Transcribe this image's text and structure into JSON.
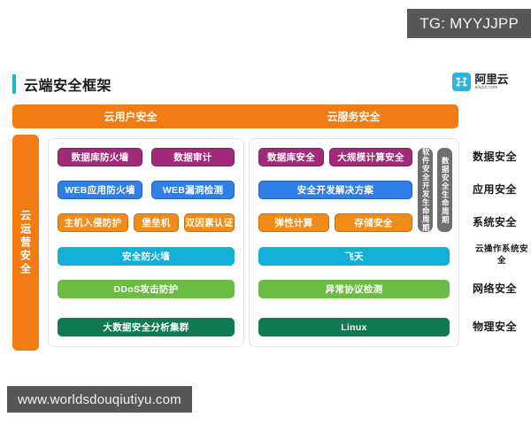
{
  "watermarks": {
    "telegram": "TG: MYYJJPP",
    "site_url": "www.worldsdouqiutiyu.com"
  },
  "header": {
    "title": "云端安全框架",
    "accent_color": "#19b6d8",
    "brand": {
      "name_cn": "阿里云",
      "name_en": "aliyun.com",
      "mark_color": "#2db3e0"
    }
  },
  "top_bar": {
    "color": "#f07c13",
    "segments": [
      {
        "label": "云用户安全"
      },
      {
        "label": "云服务安全"
      }
    ]
  },
  "side_bar": {
    "label": "云运营安全",
    "color": "#f07c13"
  },
  "columns": {
    "left": {
      "rows": [
        {
          "color": "#a32a78",
          "items": [
            {
              "label": "数据库防火墙"
            },
            {
              "label": "数据审计"
            }
          ]
        },
        {
          "color": "#2f7fe8",
          "items": [
            {
              "label": "WEB应用防火墙"
            },
            {
              "label": "WEB漏洞检测"
            }
          ]
        },
        {
          "color": "#f28b18",
          "items": [
            {
              "label": "主机入侵防护"
            },
            {
              "label": "堡垒机"
            },
            {
              "label": "双因素认证"
            }
          ]
        },
        {
          "color": "#12b0d6",
          "items": [
            {
              "label": "安全防火墙"
            }
          ]
        },
        {
          "color": "#6cbb45",
          "items": [
            {
              "label": "DDoS攻击防护"
            }
          ]
        },
        {
          "color": "#107a52",
          "items": [
            {
              "label": "大数据安全分析集群"
            }
          ]
        }
      ]
    },
    "right": {
      "rows": [
        {
          "color": "#a32a78",
          "items": [
            {
              "label": "数据库安全"
            },
            {
              "label": "大规模计算安全"
            }
          ]
        },
        {
          "color": "#2f7fe8",
          "items": [
            {
              "label": "安全开发解决方案"
            }
          ]
        },
        {
          "color": "#f28b18",
          "items": [
            {
              "label": "弹性计算"
            },
            {
              "label": "存储安全"
            }
          ]
        },
        {
          "color": "#12b0d6",
          "items": [
            {
              "label": "飞天"
            }
          ]
        },
        {
          "color": "#6cbb45",
          "items": [
            {
              "label": "异常协议检测"
            }
          ]
        },
        {
          "color": "#107a52",
          "items": [
            {
              "label": "Linux"
            }
          ]
        }
      ],
      "lifecycle_bars": [
        {
          "label": "软件安全开发生命周期",
          "color": "#6e6e6e"
        },
        {
          "label": "数据安全生命周期",
          "color": "#6e6e6e"
        }
      ]
    }
  },
  "right_labels": [
    {
      "label": "数据安全"
    },
    {
      "label": "应用安全"
    },
    {
      "label": "系统安全"
    },
    {
      "label": "云操作系统安全"
    },
    {
      "label": "网络安全"
    },
    {
      "label": "物理安全"
    }
  ]
}
